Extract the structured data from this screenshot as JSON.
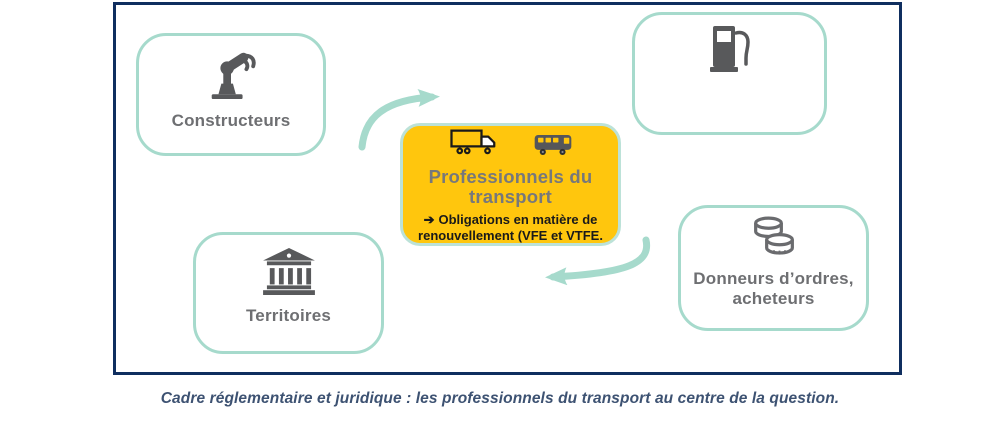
{
  "colors": {
    "frame_border": "#0F2E5F",
    "node_border": "#A6DACC",
    "center_background": "#FFC60D",
    "center_border": "#BCE2D8",
    "label_gray": "#6E6F72",
    "icon_gray": "#58595B",
    "bullet_black": "#1A1A1A",
    "caption_navy": "#3D5272",
    "arrow_teal": "#A6DACC"
  },
  "boxes": {
    "constructeurs": {
      "label": "Constructeurs",
      "icon": "robot-arm-icon"
    },
    "energy": {
      "label": "",
      "icon": "fuel-pump-icon"
    },
    "territoires": {
      "label": "Territoires",
      "icon": "government-building-icon"
    },
    "donneurs": {
      "label": "Donneurs d’ordres, acheteurs",
      "icon": "coins-icon"
    }
  },
  "center_box": {
    "icons": [
      "truck-icon",
      "bus-icon"
    ],
    "title": "Professionnels du transport",
    "bullet_arrow": "➔",
    "bullet_text": "Obligations en matière de renouvellement (VFE et VTFE."
  },
  "caption": "Cadre réglementaire et juridique : les professionnels du transport au centre de la question."
}
